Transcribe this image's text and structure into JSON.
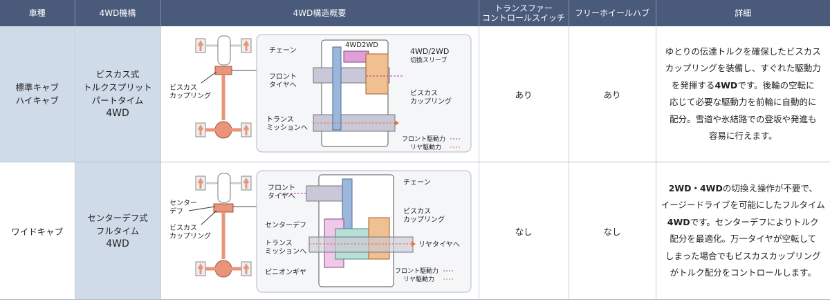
{
  "headers": [
    "車種",
    "4WD機構",
    "4WD構造概要",
    "トランスファー",
    "コントロールスイッチ",
    "フリーホイールハブ",
    "詳細"
  ],
  "rows": [
    {
      "car_type": [
        "標準キャブ",
        "ハイキャブ"
      ],
      "mechanism": [
        "ビスカス式",
        "トルクスプリット",
        "パートタイム",
        "4WD"
      ],
      "diagram_labels": {
        "coupling_left": [
          "ビスカス",
          "カップリング"
        ],
        "chain": "チェーン",
        "mode": "4WD2WD",
        "switch_sleeve": [
          "4WD/2WD",
          "切換スリーブ"
        ],
        "front_tire": [
          "フロント",
          "タイヤへ"
        ],
        "viscous": [
          "ビスカス",
          "カップリング"
        ],
        "trans": [
          "トランス",
          "ミッションへ"
        ],
        "legend_front": "フロント駆動力",
        "legend_rear": "リヤ駆動力"
      },
      "transfer_switch": "あり",
      "free_wheel_hub": "あり",
      "detail": [
        {
          "text": "ゆとりの伝達トルクを確保したビスカス",
          "bold": false
        },
        {
          "text": "カップリングを装備し、すぐれた駆動力",
          "bold": false
        },
        {
          "prefix": "を発揮する",
          "bold_text": "4WD",
          "suffix": "です。後輪の空転に"
        },
        {
          "text": "応じて必要な駆動力を前輪に自動的に",
          "bold": false
        },
        {
          "text": "配分。雪道や氷結路での登坂や発進も",
          "bold": false
        },
        {
          "text": "容易に行えます。",
          "bold": false
        }
      ]
    },
    {
      "car_type": [
        "ワイドキャブ"
      ],
      "mechanism": [
        "センターデフ式",
        "フルタイム",
        "4WD"
      ],
      "diagram_labels": {
        "center_diff_left": [
          "センター",
          "デフ"
        ],
        "coupling_left": [
          "ビスカス",
          "カップリング"
        ],
        "chain": "チェーン",
        "front_tire": [
          "フロント",
          "タイヤへ"
        ],
        "viscous": [
          "ビスカス",
          "カップリング"
        ],
        "center_diff": "センターデフ",
        "trans": [
          "トランス",
          "ミッションへ"
        ],
        "rear_tire": "リヤタイヤへ",
        "pinion": "ピニオンギヤ",
        "legend_front": "フロント駆動力",
        "legend_rear": "リヤ駆動力"
      },
      "transfer_switch": "なし",
      "free_wheel_hub": "なし",
      "detail": [
        {
          "bold_text": "2WD・4WD",
          "suffix": "の切換え操作が不要で、"
        },
        {
          "text": "イージードライブを可能にしたフルタイム",
          "bold": false
        },
        {
          "bold_text": "4WD",
          "suffix": "です。センターデフによりトルク"
        },
        {
          "text": "配分を最適化。万一タイヤが空転して",
          "bold": false
        },
        {
          "text": "しまった場合でもビスカスカップリング",
          "bold": false
        },
        {
          "text": "がトルク配分をコントロールします。",
          "bold": false
        }
      ]
    }
  ],
  "colors": {
    "header_bg": "#4a5a7a",
    "label_col_bg": "#cfdbe8",
    "axle": "#e8957a",
    "shaft": "#c8c8d8",
    "front_arrow": "#b040b0",
    "rear_arrow": "#f07030"
  }
}
